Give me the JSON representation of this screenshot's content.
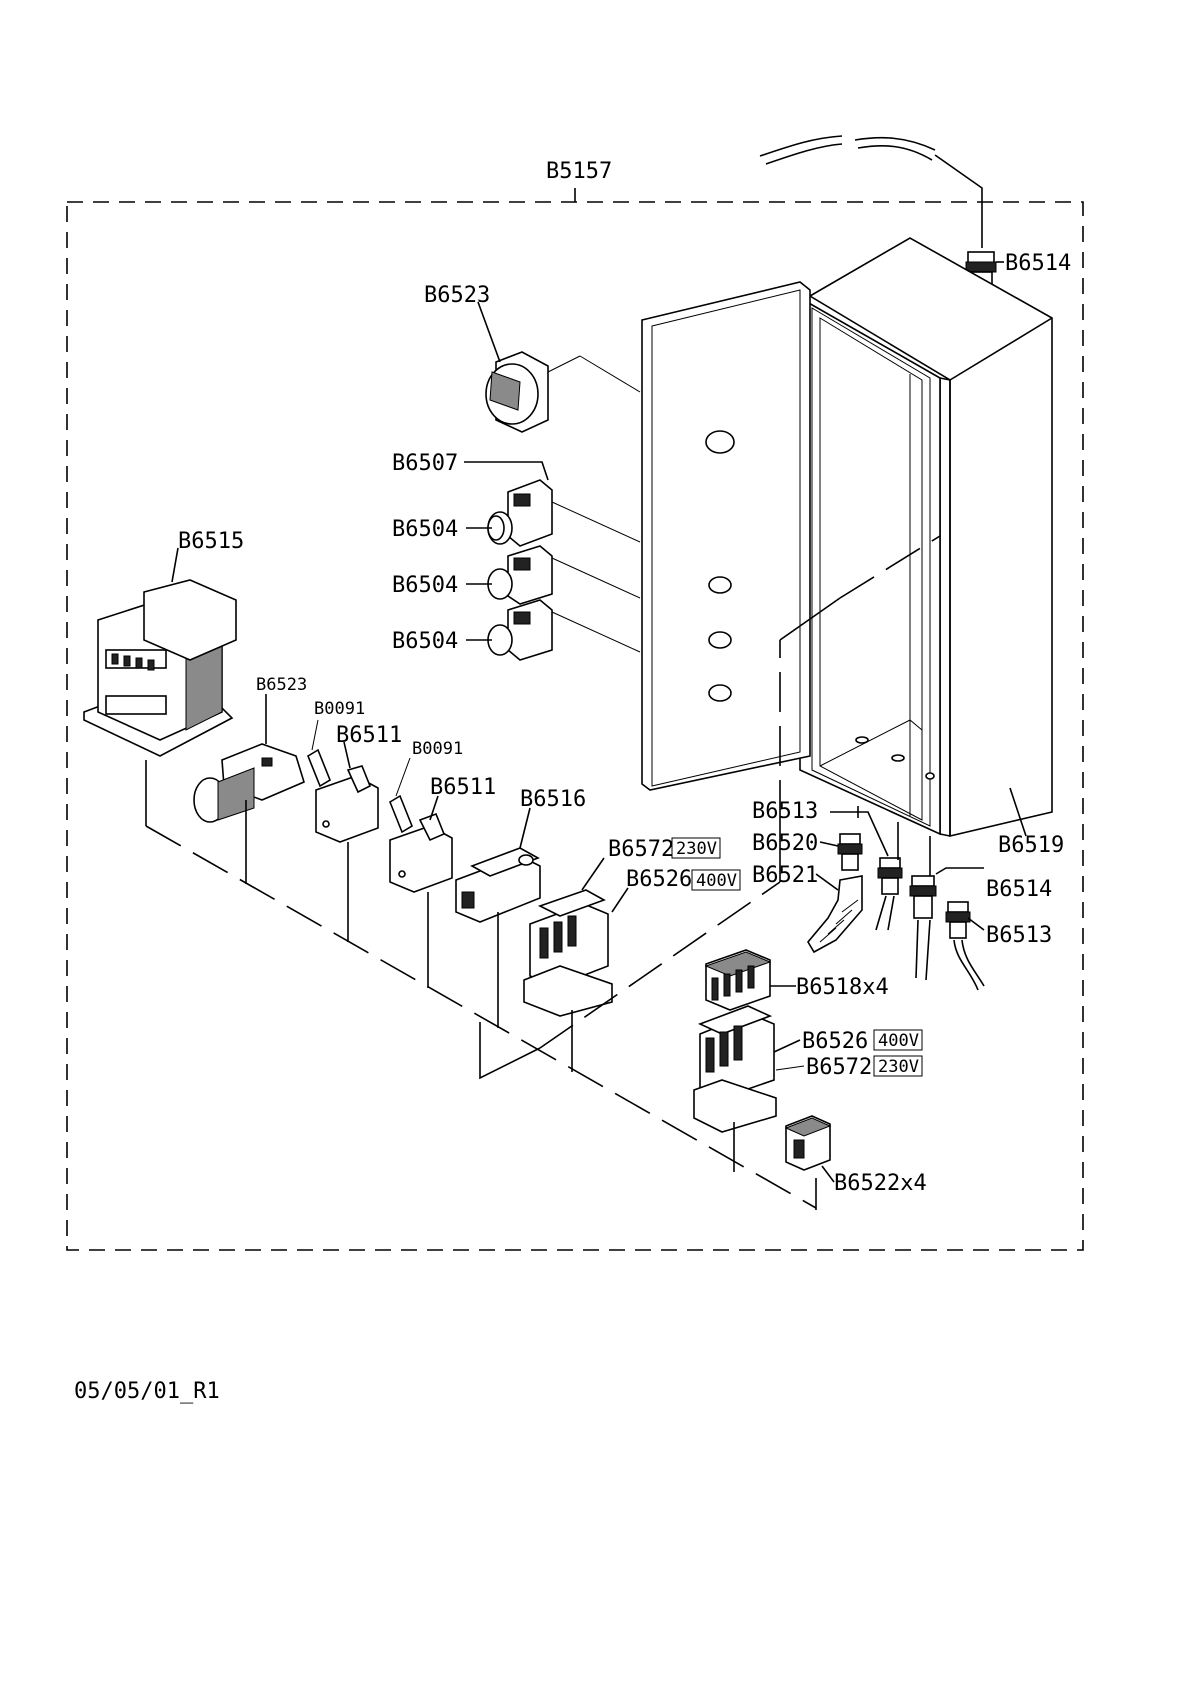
{
  "assembly_label": "B5157",
  "revision": "05/05/01_R1",
  "labels": {
    "b6514_top": "B6514",
    "b6523_top": "B6523",
    "b6507": "B6507",
    "b6504_a": "B6504",
    "b6504_b": "B6504",
    "b6504_c": "B6504",
    "b6515": "B6515",
    "b6523_small": "B6523",
    "b0091_a": "B0091",
    "b6511_a": "B6511",
    "b0091_b": "B0091",
    "b6511_b": "B6511",
    "b6516": "B6516",
    "b6572_top": "B6572",
    "b6526_top": "B6526",
    "b6513_a": "B6513",
    "b6520": "B6520",
    "b6521": "B6521",
    "b6514_bottom": "B6514",
    "b6513_b": "B6513",
    "b6519": "B6519",
    "b6518": "B6518x4",
    "b6526_bottom": "B6526",
    "b6572_bottom": "B6572",
    "b6522": "B6522x4"
  },
  "voltage_tags": {
    "v230_top": "230V",
    "v400_top": "400V",
    "v400_bottom": "400V",
    "v230_bottom": "230V"
  }
}
